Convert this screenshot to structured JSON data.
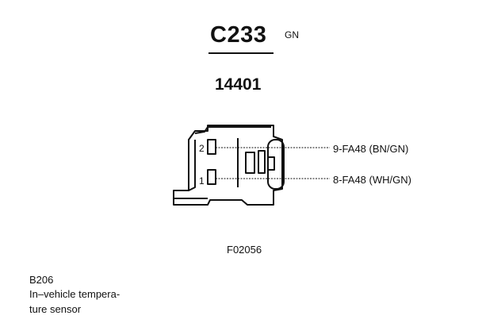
{
  "connector": {
    "id": "C233",
    "color_code": "GN",
    "part_number": "14401"
  },
  "pins": [
    {
      "number": "2",
      "circuit_label": "9-FA48 (BN/GN)"
    },
    {
      "number": "1",
      "circuit_label": "8-FA48 (WH/GN)"
    }
  ],
  "figure_code": "F02056",
  "component": {
    "ref": "B206",
    "description_line1": "In–vehicle tempera-",
    "description_line2": "ture sensor"
  }
}
